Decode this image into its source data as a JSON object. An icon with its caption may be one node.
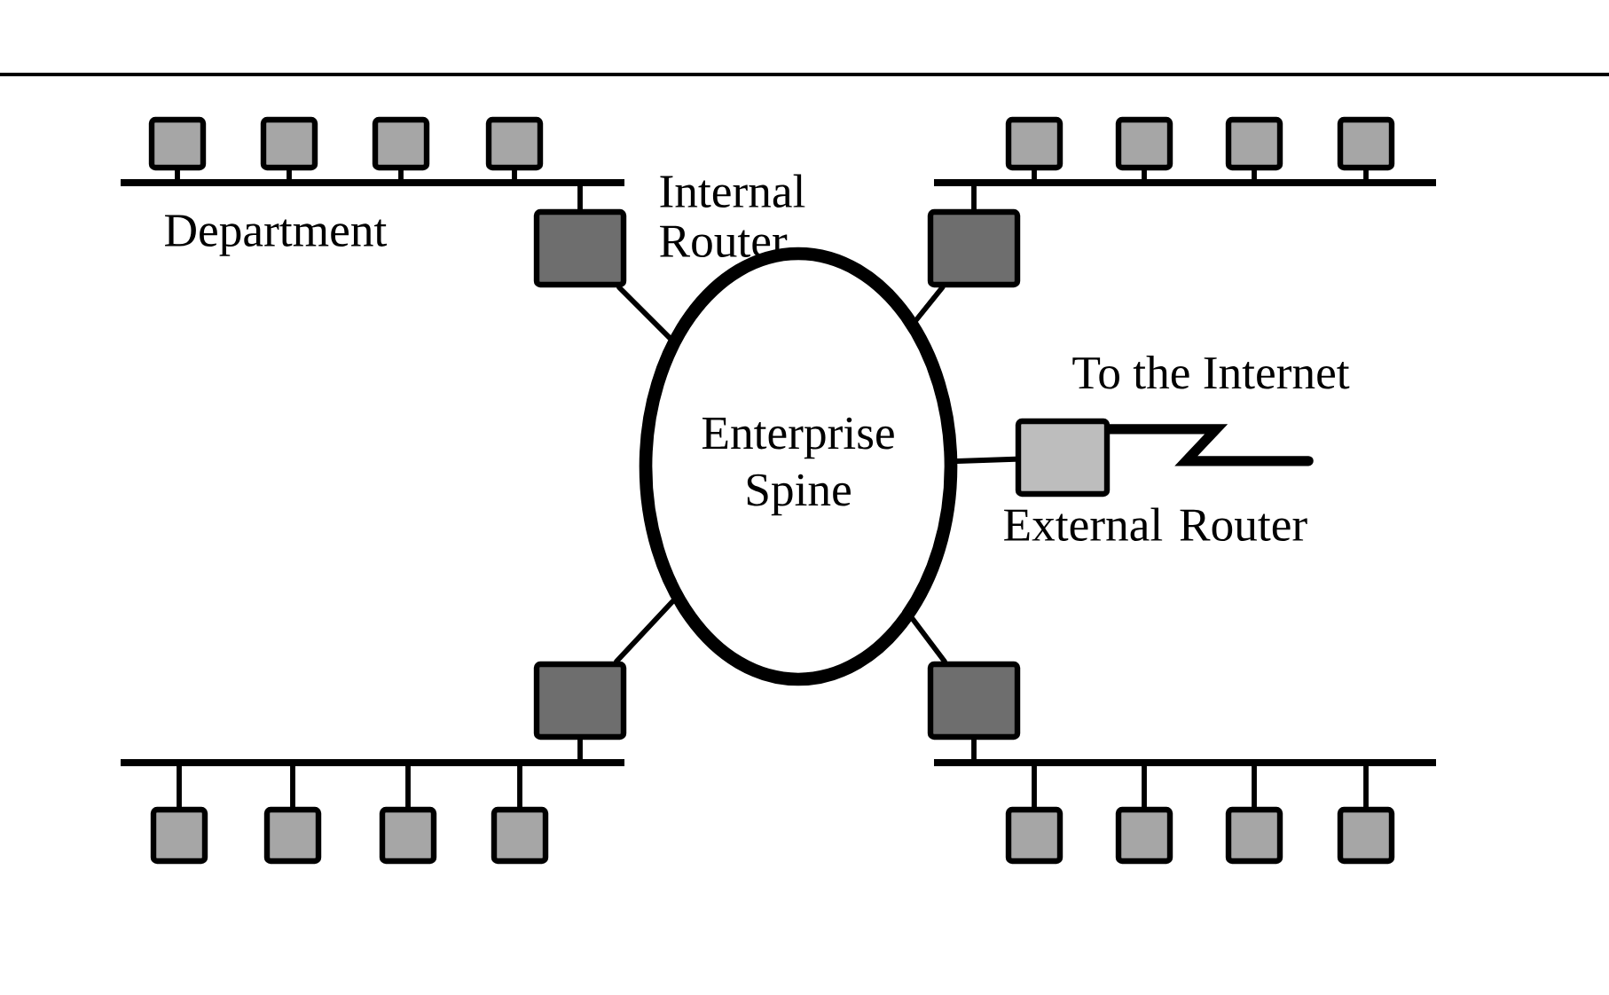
{
  "diagram": {
    "nodes": [
      {
        "text": [],
        "shape": "box"
      },
      {
        "text": [],
        "shape": "box"
      },
      {
        "text": [],
        "shape": "box"
      },
      {
        "text": [],
        "shape": "box"
      },
      {
        "text": [],
        "shape": "box"
      },
      {
        "text": [],
        "shape": "box"
      },
      {
        "text": [],
        "shape": "box"
      },
      {
        "text": [],
        "shape": "box"
      },
      {
        "text": [],
        "shape": "bar",
        "beside": [
          "Department"
        ]
      },
      {
        "text": [],
        "shape": "bar"
      },
      {
        "text": [],
        "shape": "box"
      },
      {
        "text": [],
        "shape": "box"
      },
      {
        "text": [
          "Enterprise Spine"
        ]
      },
      {
        "text": [],
        "shape": "box",
        "beside": [
          "External Router"
        ]
      },
      {
        "text": [],
        "shape": "box"
      },
      {
        "text": [],
        "shape": "box"
      },
      {
        "text": [],
        "shape": "bar"
      },
      {
        "text": [],
        "shape": "bar"
      },
      {
        "text": [],
        "shape": "box"
      },
      {
        "text": [],
        "shape": "box"
      },
      {
        "text": [],
        "shape": "box"
      },
      {
        "text": [],
        "shape": "box"
      },
      {
        "text": [],
        "shape": "box"
      },
      {
        "text": [],
        "shape": "box"
      },
      {
        "text": [],
        "shape": "box"
      },
      {
        "text": [],
        "shape": "box"
      }
    ],
    "edges": [
      {
        "from": 0,
        "to": 8,
        "arrow": "none"
      },
      {
        "from": 1,
        "to": 8,
        "arrow": "none"
      },
      {
        "from": 2,
        "to": 8,
        "arrow": "none"
      },
      {
        "from": 3,
        "to": 8,
        "arrow": "none"
      },
      {
        "from": 4,
        "to": 9,
        "arrow": "none"
      },
      {
        "from": 5,
        "to": 9,
        "arrow": "none"
      },
      {
        "from": 6,
        "to": 9,
        "arrow": "none"
      },
      {
        "from": 7,
        "to": 9,
        "arrow": "none"
      },
      {
        "from": 10,
        "to": 8,
        "arrow": "none"
      },
      {
        "from": 11,
        "to": 9,
        "arrow": "none"
      },
      {
        "from": 10,
        "to": 12,
        "arrow": "none"
      },
      {
        "from": 11,
        "to": 12,
        "arrow": "none"
      },
      {
        "from": 13,
        "to": 12,
        "arrow": "none"
      },
      {
        "from": 13,
        "to": null,
        "arrow": "none",
        "label": "To the Internet",
        "style": "thick"
      },
      {
        "from": 14,
        "to": 12,
        "arrow": "none"
      },
      {
        "from": 15,
        "to": 12,
        "arrow": "none"
      },
      {
        "from": 14,
        "to": 16,
        "arrow": "none"
      },
      {
        "from": 15,
        "to": 17,
        "arrow": "none"
      },
      {
        "from": 18,
        "to": 16,
        "arrow": "none"
      },
      {
        "from": 19,
        "to": 16,
        "arrow": "none"
      },
      {
        "from": 20,
        "to": 16,
        "arrow": "none"
      },
      {
        "from": 21,
        "to": 16,
        "arrow": "none"
      },
      {
        "from": 22,
        "to": 17,
        "arrow": "none"
      },
      {
        "from": 23,
        "to": 17,
        "arrow": "none"
      },
      {
        "from": 24,
        "to": 17,
        "arrow": "none"
      },
      {
        "from": 25,
        "to": 17,
        "arrow": "none"
      }
    ],
    "labels": [
      "Internal Router"
    ]
  }
}
